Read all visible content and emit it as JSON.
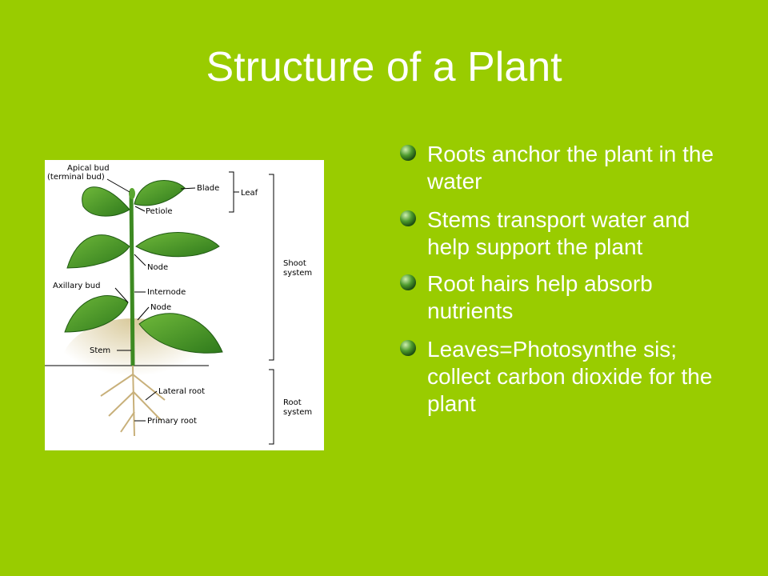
{
  "slide": {
    "title": "Structure of a Plant"
  },
  "diagram": {
    "labels": {
      "apical_bud": "Apical bud",
      "terminal_bud": "(terminal bud)",
      "blade": "Blade",
      "leaf": "Leaf",
      "petiole": "Petiole",
      "node_upper": "Node",
      "shoot": "Shoot",
      "shoot_system": "system",
      "axillary_bud": "Axillary bud",
      "internode": "Internode",
      "node_lower": "Node",
      "stem": "Stem",
      "lateral_root": "Lateral root",
      "root": "Root",
      "root_system": "system",
      "primary_root": "Primary root"
    }
  },
  "bullets": [
    {
      "text": "Roots anchor the plant in the water"
    },
    {
      "text": "Stems transport water and help support the plant"
    },
    {
      "text": "Root hairs help absorb nutrients"
    },
    {
      "text": "Leaves=Photosynthe sis; collect carbon dioxide for the plant"
    }
  ],
  "colors": {
    "background": "#99cc00",
    "title": "#ffffff",
    "bullet_text": "#ffffff",
    "leaf": "#4f9a2a",
    "root": "#c8b07a"
  },
  "icons": {
    "bullet": "green-sphere-bullet-icon"
  }
}
